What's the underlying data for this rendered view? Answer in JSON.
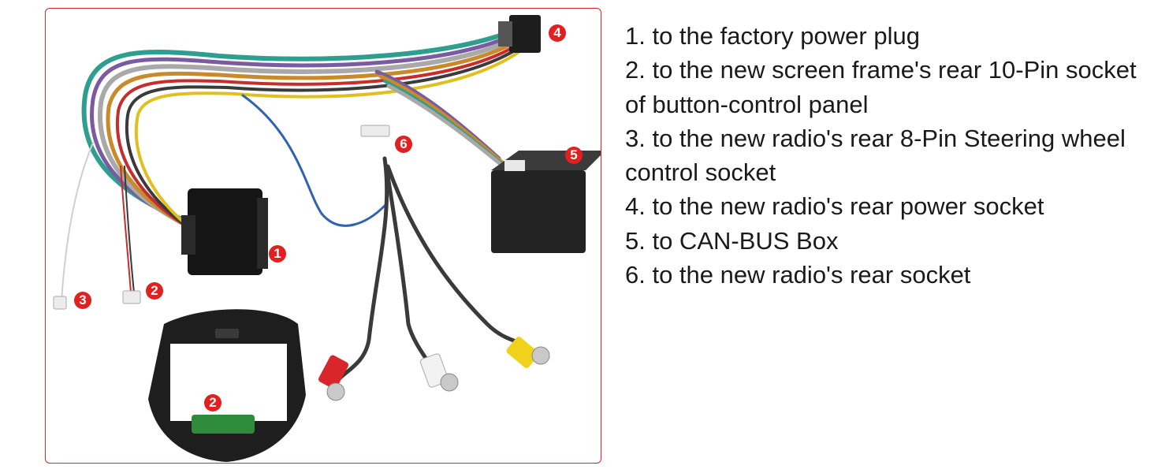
{
  "photo": {
    "frame_color": "#d9262b",
    "badge_color": "#e1201f",
    "badges": [
      "1",
      "2",
      "3",
      "4",
      "5",
      "6",
      "2"
    ],
    "wire_colors": [
      "#2e9e8f",
      "#7a5aa0",
      "#c88a2a",
      "#a9a9a9",
      "#2f63b0",
      "#c62d2d",
      "#e0c020",
      "#3a3a3a"
    ],
    "rca_colors": {
      "video": "#f1d21a",
      "audio_left": "#f2f2f2",
      "audio_right": "#d9262b"
    }
  },
  "legend": [
    "1. to the factory power plug",
    "2. to the new screen frame's rear 10-Pin socket of button-control panel",
    "3. to the new radio's rear 8-Pin Steering wheel control socket",
    "4. to the new radio's rear power socket",
    "5. to CAN-BUS Box",
    "6. to the new radio's rear socket"
  ]
}
